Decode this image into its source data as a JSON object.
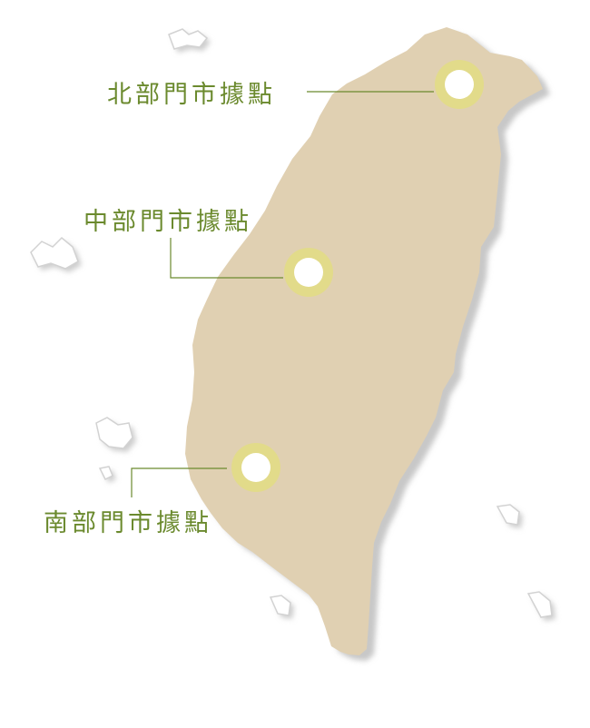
{
  "regions": [
    {
      "id": "north",
      "label": "北部門市據點"
    },
    {
      "id": "central",
      "label": "中部門市據點"
    },
    {
      "id": "south",
      "label": "南部門市據點"
    }
  ],
  "colors": {
    "island_fill": "#e0d0b2",
    "island_shadow": "#cfcfcf",
    "label_text": "#6b8a2e",
    "leader_line": "#6b8a2e",
    "marker_ring": "#e2db8a",
    "marker_center": "#ffffff"
  }
}
